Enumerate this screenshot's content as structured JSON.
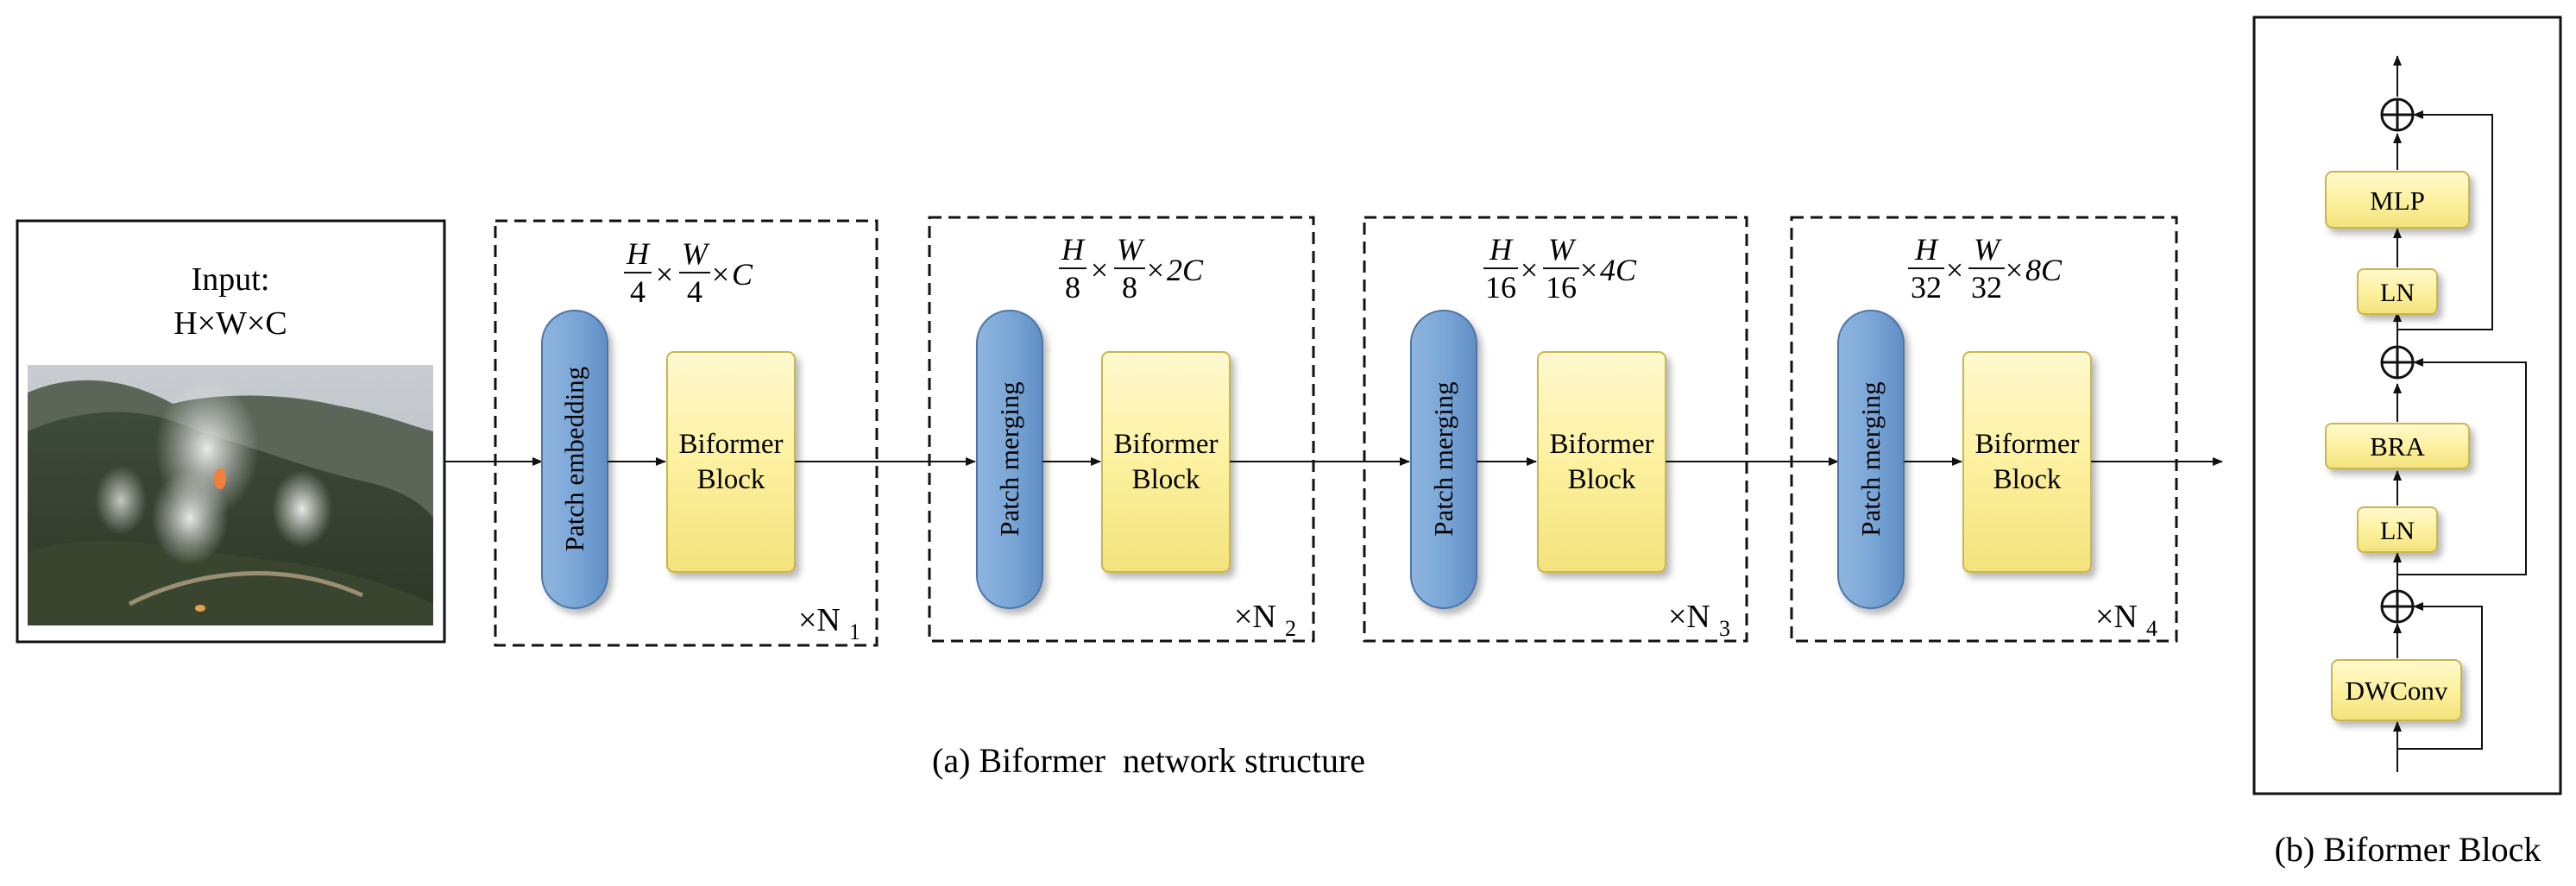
{
  "input": {
    "line1": "Input:",
    "line2": "H×W×C",
    "image_alt": "aerial photo of a forest fire with smoke on a hillside"
  },
  "stages": [
    {
      "first_block": "Patch embedding",
      "block_line1": "Biformer",
      "block_line2": "Block",
      "res_h_num": "H",
      "res_h_den": "4",
      "res_w_num": "W",
      "res_w_den": "4",
      "res_c": "C",
      "repeat": "×N",
      "repeat_sub": "1"
    },
    {
      "first_block": "Patch merging",
      "block_line1": "Biformer",
      "block_line2": "Block",
      "res_h_num": "H",
      "res_h_den": "8",
      "res_w_num": "W",
      "res_w_den": "8",
      "res_c": "2C",
      "repeat": "×N",
      "repeat_sub": "2"
    },
    {
      "first_block": "Patch merging",
      "block_line1": "Biformer",
      "block_line2": "Block",
      "res_h_num": "H",
      "res_h_den": "16",
      "res_w_num": "W",
      "res_w_den": "16",
      "res_c": "4C",
      "repeat": "×N",
      "repeat_sub": "3"
    },
    {
      "first_block": "Patch merging",
      "block_line1": "Biformer",
      "block_line2": "Block",
      "res_h_num": "H",
      "res_h_den": "32",
      "res_w_num": "W",
      "res_w_den": "32",
      "res_c": "8C",
      "repeat": "×N",
      "repeat_sub": "4"
    }
  ],
  "times_sign": "×",
  "caption_a": "(a) Biformer  network structure",
  "caption_b": "(b) Biformer Block",
  "block_detail": {
    "mlp": "MLP",
    "ln_top": "LN",
    "bra": "BRA",
    "ln_bottom": "LN",
    "dwconv": "DWConv"
  },
  "colors": {
    "yellow_fill": "#FDF1A0",
    "yellow_stroke": "#C8B74E",
    "blue_fill": "#7BA7D7",
    "blue_stroke": "#4C74A6"
  }
}
